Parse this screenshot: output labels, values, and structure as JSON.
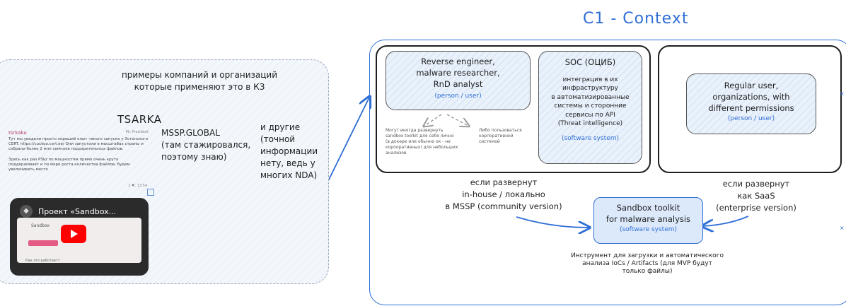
{
  "title": "C1 - Context",
  "left_panel": {
    "heading": "примеры компаний и организаций\nкоторые применяют это в КЗ",
    "company_1": "TSARKA",
    "company_2": "MSSP.GLOBAL\n(там стажировался,\nпоэтому знаю)",
    "company_3": "и другие\n(точной\nинформации\nнету, ведь у\nмногих NDA)",
    "post": {
      "author": "tsrkaku",
      "meta": "Mr. President",
      "body": "Тут мы увидели просто хороший опыт такого запуска у Эстонского CERT. https://cuckoo.cert.ee/ Они запустили в масштабах страны и собрали более 2 млн семплов подозрительных файлов.\n\nЗдесь как раз PSkz по мощностям прямо очень круто поддерживает и по мере роста количества файлов, будем увеличивать место",
      "time": "2 ♥, 13:54"
    },
    "video": {
      "title": "Проект «Sandbox...",
      "sub": "Sandbox",
      "footer": "Как это работает?"
    }
  },
  "right_panel": {
    "actors_box": {
      "reverse": {
        "text": "Reverse engineer,\nmalware researcher,\nRnD analyst",
        "tag": "(person / user)"
      },
      "soc": {
        "title": "SOC (ОЦИБ)",
        "text": "интеграция в их\nинфраструктуру\nв автоматизированные\nсистемы и сторонние\nсервисы по API\n(Threat intelligence)",
        "tag": "(software system)"
      },
      "note_left": "Могут иногда развернуть\nsandbox toolkit для себя лично\n(в докере или обычно ок - не\nкорпоративных) для небольших\nанализов",
      "note_right": "Либо пользоваться\nкорпоративной\nсистемой"
    },
    "regular": {
      "text": "Regular user,\norganizations, with\ndifferent permissions",
      "tag": "(person / user)"
    },
    "left_label": "если развернут\nin-house / локально\nв MSSP (community version)",
    "right_label": "если развернут\nкак SaaS\n(enterprise version)",
    "sandbox": {
      "text": "Sandbox toolkit\nfor malware analysis",
      "tag": "(software system)"
    },
    "sandbox_desc": "Инструмент для загрузки и автоматического\nанализа IoCs / Artifacts (для MVP будут\nтолько файлы)"
  }
}
